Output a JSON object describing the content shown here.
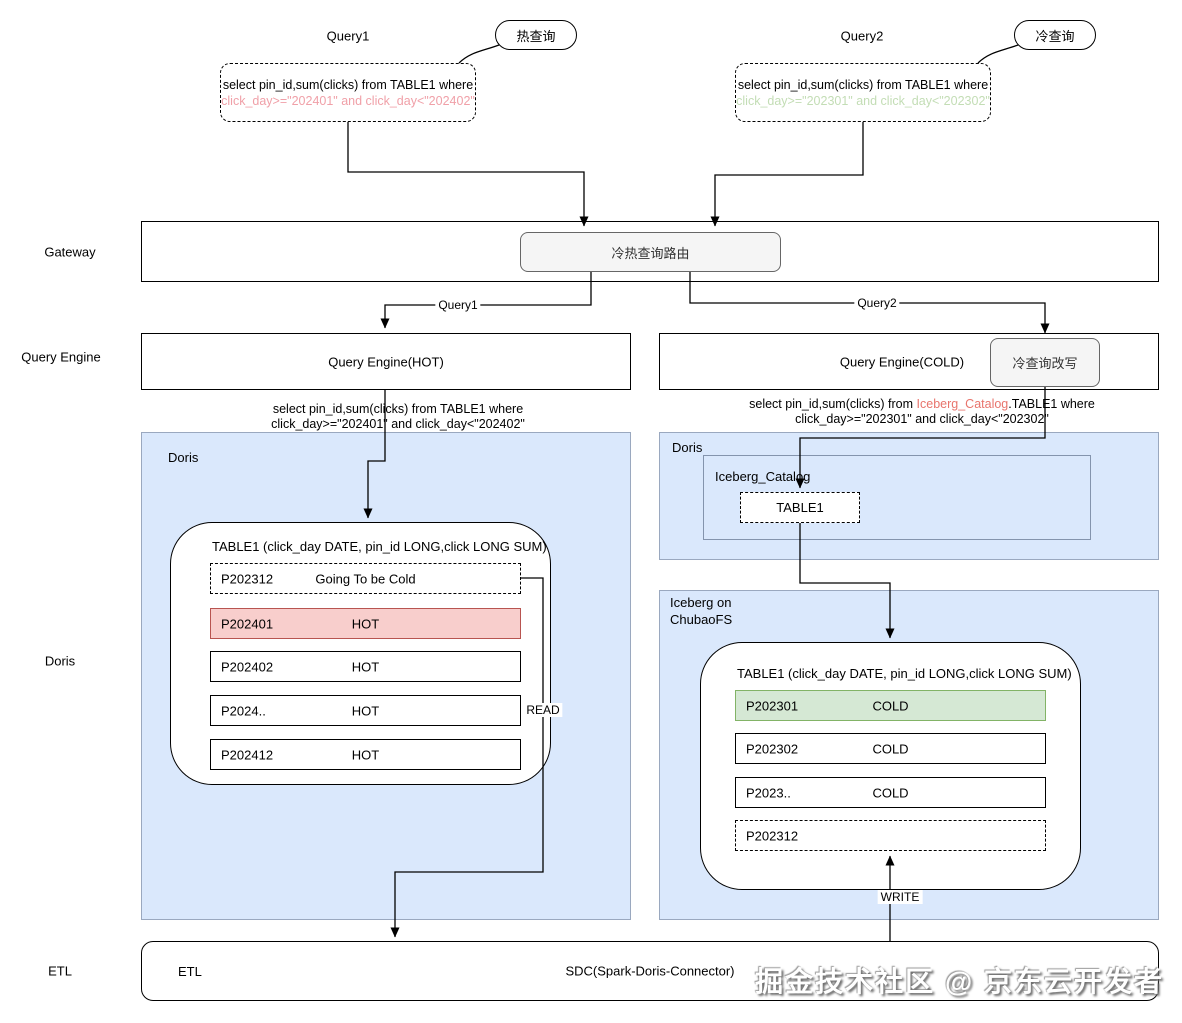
{
  "colors": {
    "blue_fill": "#dae8fc",
    "hot_fill": "#f8cecc",
    "hot_border": "#b85450",
    "cold_fill": "#d5e8d4",
    "cold_border": "#82b366",
    "hot_query_text": "#f0a0a8",
    "cold_query_text": "#c3ddb5",
    "catalog_red_text": "#e8756d"
  },
  "rail": {
    "gateway": "Gateway",
    "query_engine": "Query Engine",
    "doris": "Doris",
    "etl": "ETL"
  },
  "top": {
    "query1": {
      "title": "Query1",
      "tag": "热查询",
      "sql_line1": "select pin_id,sum(clicks) from TABLE1 where",
      "sql_line2": "click_day>=\"202401\" and click_day<\"202402\""
    },
    "query2": {
      "title": "Query2",
      "tag": "冷查询",
      "sql_line1": "select pin_id,sum(clicks) from TABLE1 where",
      "sql_line2": "click_day>=\"202301\" and click_day<\"202302\""
    }
  },
  "gateway": {
    "router_label": "冷热查询路由",
    "edge_to_hot": "Query1",
    "edge_to_cold": "Query2"
  },
  "engines": {
    "hot": {
      "label": "Query Engine(HOT)",
      "sql_line1": "select pin_id,sum(clicks) from TABLE1 where",
      "sql_line2": "click_day>=\"202401\" and click_day<\"202402\""
    },
    "cold": {
      "label": "Query Engine(COLD)",
      "rewrite_label": "冷查询改写",
      "sql_prefix": "select pin_id,sum(clicks) from ",
      "sql_catalog": "Iceberg_Catalog",
      "sql_suffix": ".TABLE1 where",
      "sql_line2": "click_day>=\"202301\" and click_day<\"202302\""
    }
  },
  "doris_hot": {
    "label": "Doris",
    "table_title": "TABLE1 (click_day DATE, pin_id LONG,click LONG SUM)",
    "partitions": [
      {
        "name": "P202312",
        "status": "Going To  be Cold"
      },
      {
        "name": "P202401",
        "status": "HOT"
      },
      {
        "name": "P202402",
        "status": "HOT"
      },
      {
        "name": "P2024..",
        "status": "HOT"
      },
      {
        "name": "P202412",
        "status": "HOT"
      }
    ],
    "read_label": "READ"
  },
  "doris_cold": {
    "label": "Doris",
    "catalog_label": "Iceberg_Catalog",
    "table_label": "TABLE1"
  },
  "iceberg": {
    "label_line1": "Iceberg on",
    "label_line2": "ChubaoFS",
    "table_title": "TABLE1 (click_day DATE, pin_id LONG,click LONG SUM)",
    "partitions": [
      {
        "name": "P202301",
        "status": "COLD"
      },
      {
        "name": "P202302",
        "status": "COLD"
      },
      {
        "name": "P2023..",
        "status": "COLD"
      },
      {
        "name": "P202312",
        "status": ""
      }
    ],
    "write_label": "WRITE"
  },
  "etl": {
    "inner_label": "ETL",
    "connector_label": "SDC(Spark-Doris-Connector)"
  },
  "watermark": "掘金技术社区 @ 京东云开发者"
}
